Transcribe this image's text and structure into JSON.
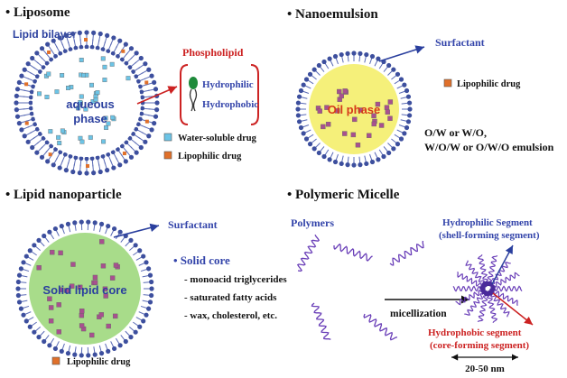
{
  "colors": {
    "lipid_head": "#3d4f9e",
    "lipid_tail": "#5a6bb5",
    "aqueous_fill": "#ffffff",
    "oil_fill": "#f5f07a",
    "solid_fill": "#a8dc8a",
    "hydrophilic_drug": "#6cc4e6",
    "lipophilic_drug": "#a8508f",
    "legend_lipophilic": "#e0702a",
    "polymer": "#6a3fb8",
    "arrow_red": "#cc2222",
    "arrow_blue": "#2a3f9e",
    "phospholipid_head": "#1e8a3a",
    "title_text": "#111111",
    "blue_text": "#3344aa"
  },
  "liposome": {
    "heading": "• Liposome",
    "bilayer_label": "Lipid bilayer",
    "core_label_1": "aqueous",
    "core_label_2": "phase",
    "phospholipid_title": "Phospholipid",
    "hydrophilic": "Hydrophilic",
    "hydrophobic": "Hydrophobic",
    "legend_water": "Water-soluble drug",
    "legend_lipophilic": "Lipophilic drug"
  },
  "nanoemulsion": {
    "heading": "• Nanoemulsion",
    "surfactant": "Surfactant",
    "core_label": "Oil phase",
    "legend_lipophilic": "Lipophilic drug",
    "types_line_1": "O/W or W/O,",
    "types_line_2": "W/O/W or O/W/O emulsion"
  },
  "lipid_nanoparticle": {
    "heading": "• Lipid nanoparticle",
    "surfactant": "Surfactant",
    "core_label": "Solid lipid core",
    "solid_core_title": "• Solid core",
    "items": [
      "- monoacid triglycerides",
      "- saturated fatty acids",
      "- wax, cholesterol, etc."
    ],
    "legend_lipophilic": "Lipophilic drug"
  },
  "micelle": {
    "heading": "• Polymeric Micelle",
    "polymers": "Polymers",
    "micellization": "micellization",
    "hydrophilic_seg_1": "Hydrophilic Segment",
    "hydrophilic_seg_2": "(shell-forming segment)",
    "hydrophobic_seg_1": "Hydrophobic segment",
    "hydrophobic_seg_2": "(core-forming segment)",
    "size": "20-50 nm"
  }
}
